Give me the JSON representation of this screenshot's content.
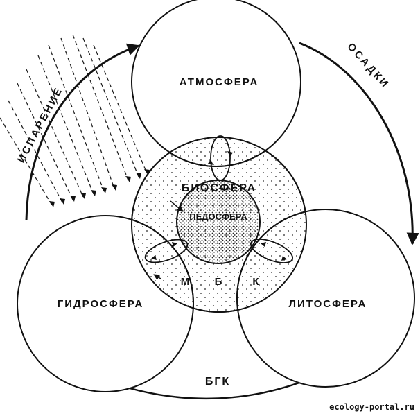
{
  "diagram": {
    "atmosphere": "АТМОСФЕРА",
    "hydrosphere": "ГИДРОСФЕРА",
    "lithosphere": "ЛИТОСФЕРА",
    "biosphere": "БИОСФЕРА",
    "pedosphere": "ПЕДОСФЕРА",
    "evaporation": "ИСПАРЕНИЕ",
    "precipitation": "ОСАДКИ",
    "bgk": "БГК",
    "mbk": [
      "М",
      "Б",
      "К"
    ],
    "watermark": "ecology-portal.ru"
  }
}
